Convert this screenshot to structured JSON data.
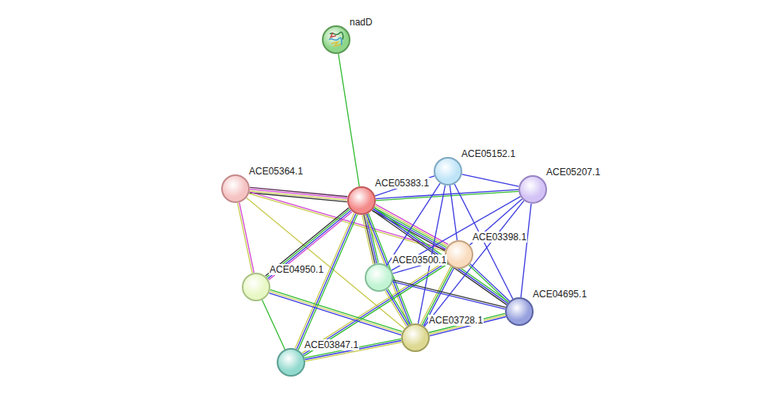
{
  "diagram": {
    "nodes": [
      {
        "text": [
          "nadD"
        ]
      },
      {
        "text": [
          "ACE05364.1"
        ]
      },
      {
        "text": [
          "ACE05383.1"
        ]
      },
      {
        "text": [
          "ACE05152.1"
        ]
      },
      {
        "text": [
          "ACE05207.1"
        ]
      },
      {
        "text": [
          "ACE03398.1"
        ]
      },
      {
        "text": [
          "ACE03500.1"
        ]
      },
      {
        "text": [
          "ACE04950.1"
        ]
      },
      {
        "text": [
          "ACE04695.1"
        ]
      },
      {
        "text": [
          "ACE03728.1"
        ]
      },
      {
        "text": [
          "ACE03847.1"
        ]
      }
    ],
    "edges": [
      {
        "from": 0,
        "to": 2,
        "arrow": "none"
      },
      {
        "from": 1,
        "to": 2,
        "arrow": "none"
      },
      {
        "from": 1,
        "to": 7,
        "arrow": "none"
      },
      {
        "from": 1,
        "to": 5,
        "arrow": "none"
      },
      {
        "from": 1,
        "to": 9,
        "arrow": "none"
      },
      {
        "from": 2,
        "to": 3,
        "arrow": "none"
      },
      {
        "from": 2,
        "to": 4,
        "arrow": "none"
      },
      {
        "from": 2,
        "to": 5,
        "arrow": "none"
      },
      {
        "from": 2,
        "to": 6,
        "arrow": "none"
      },
      {
        "from": 2,
        "to": 7,
        "arrow": "none"
      },
      {
        "from": 2,
        "to": 10,
        "arrow": "none"
      },
      {
        "from": 2,
        "to": 9,
        "arrow": "none"
      },
      {
        "from": 2,
        "to": 8,
        "arrow": "none"
      },
      {
        "from": 3,
        "to": 4,
        "arrow": "none"
      },
      {
        "from": 3,
        "to": 5,
        "arrow": "none"
      },
      {
        "from": 3,
        "to": 6,
        "arrow": "none"
      },
      {
        "from": 3,
        "to": 9,
        "arrow": "none"
      },
      {
        "from": 3,
        "to": 8,
        "arrow": "none"
      },
      {
        "from": 4,
        "to": 5,
        "arrow": "none"
      },
      {
        "from": 4,
        "to": 6,
        "arrow": "none"
      },
      {
        "from": 4,
        "to": 9,
        "arrow": "none"
      },
      {
        "from": 4,
        "to": 8,
        "arrow": "none"
      },
      {
        "from": 5,
        "to": 6,
        "arrow": "none"
      },
      {
        "from": 5,
        "to": 9,
        "arrow": "none"
      },
      {
        "from": 5,
        "to": 10,
        "arrow": "none"
      },
      {
        "from": 5,
        "to": 8,
        "arrow": "none"
      },
      {
        "from": 6,
        "to": 8,
        "arrow": "none"
      },
      {
        "from": 6,
        "to": 9,
        "arrow": "none"
      },
      {
        "from": 7,
        "to": 9,
        "arrow": "none"
      },
      {
        "from": 7,
        "to": 10,
        "arrow": "none"
      },
      {
        "from": 10,
        "to": 9,
        "arrow": "none"
      },
      {
        "from": 9,
        "to": 8,
        "arrow": "none"
      }
    ]
  }
}
